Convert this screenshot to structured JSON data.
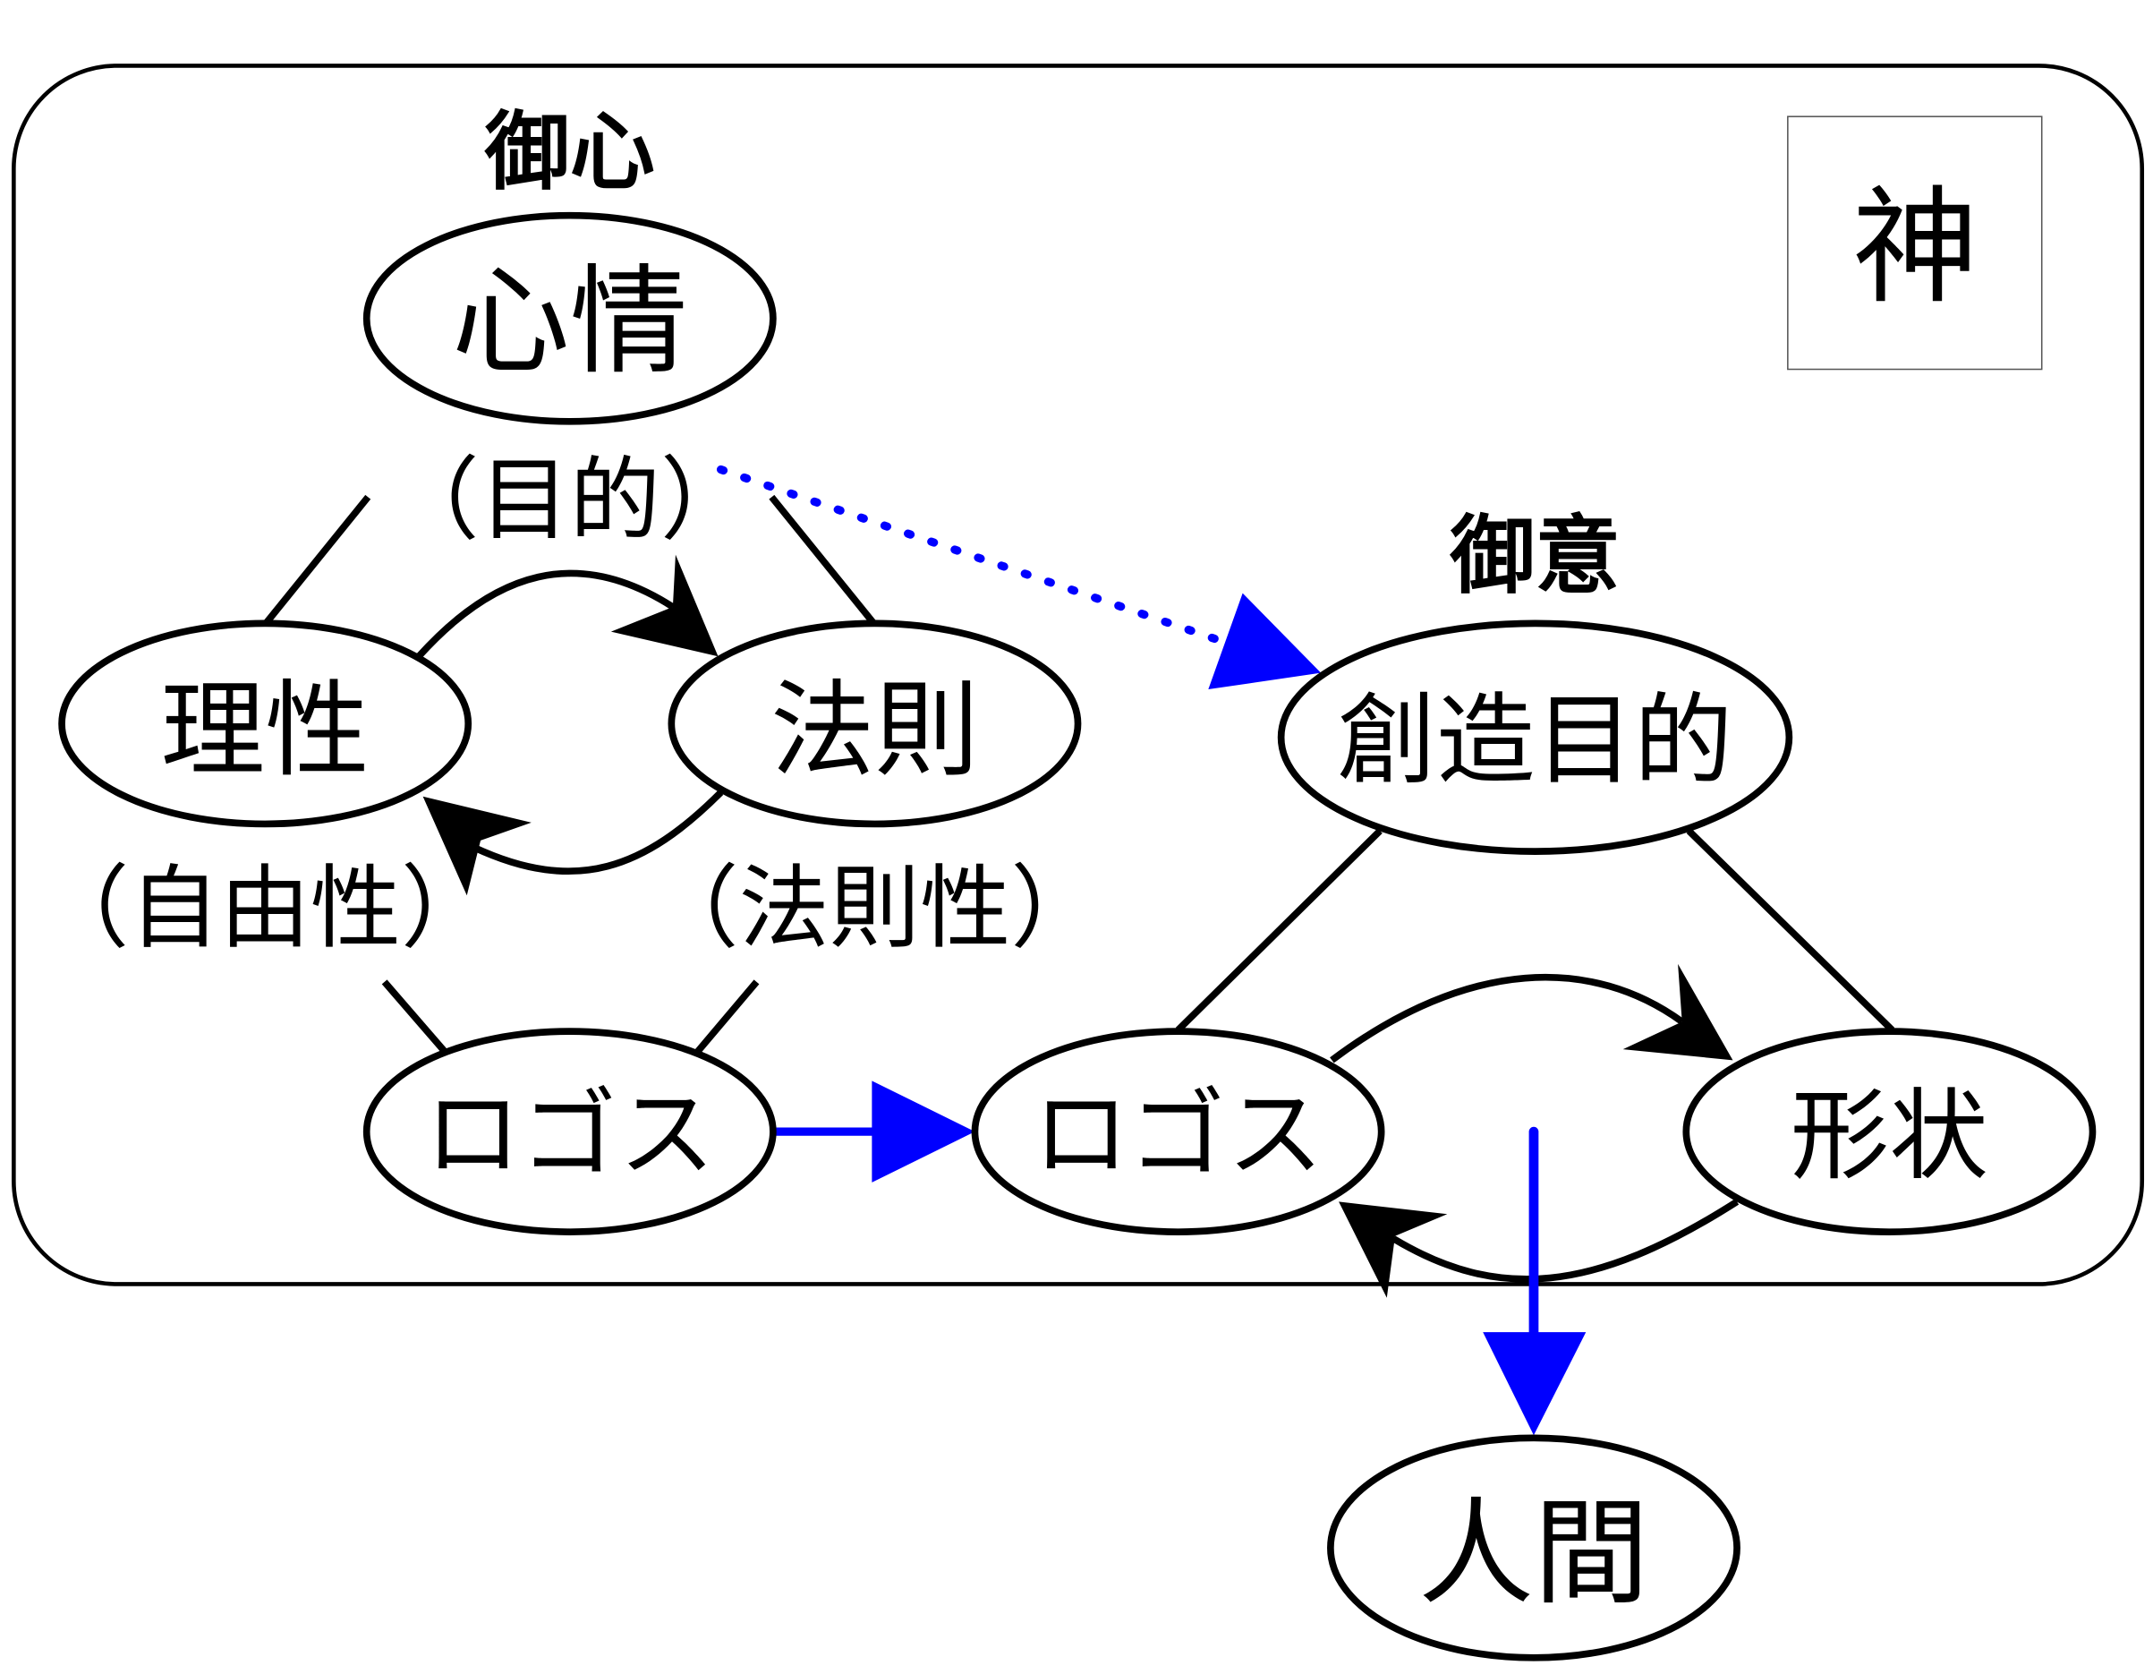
{
  "container": {
    "label": "神"
  },
  "groups": {
    "mind": {
      "title": "御心"
    },
    "will": {
      "title": "御意"
    }
  },
  "nodes": {
    "heart": {
      "label": "心情",
      "sublabel": "（目的）"
    },
    "reason": {
      "label": "理性",
      "sublabel": "（自由性）"
    },
    "law": {
      "label": "法則",
      "sublabel": "（法則性）"
    },
    "logos_left": {
      "label": "ロゴス"
    },
    "creation_purpose": {
      "label": "創造目的"
    },
    "logos_right": {
      "label": "ロゴス"
    },
    "form": {
      "label": "形状"
    },
    "human": {
      "label": "人間"
    }
  },
  "colors": {
    "accent": "#0000ff",
    "line": "#000000"
  },
  "edges": [
    {
      "from": "heart",
      "to": "reason",
      "style": "solid-line"
    },
    {
      "from": "heart",
      "to": "law",
      "style": "solid-line"
    },
    {
      "from": "reason",
      "to": "law",
      "style": "arrow"
    },
    {
      "from": "law",
      "to": "reason",
      "style": "arrow"
    },
    {
      "from": "reason",
      "to": "logos_left",
      "style": "solid-line"
    },
    {
      "from": "law",
      "to": "logos_left",
      "style": "solid-line"
    },
    {
      "from": "heart",
      "to": "creation_purpose",
      "style": "dotted-blue-arrow"
    },
    {
      "from": "logos_left",
      "to": "logos_right",
      "style": "blue-arrow"
    },
    {
      "from": "creation_purpose",
      "to": "logos_right",
      "style": "solid-line"
    },
    {
      "from": "creation_purpose",
      "to": "form",
      "style": "solid-line"
    },
    {
      "from": "logos_right",
      "to": "form",
      "style": "arrow"
    },
    {
      "from": "form",
      "to": "logos_right",
      "style": "arrow"
    },
    {
      "from": "logos_right+form",
      "to": "human",
      "style": "blue-arrow"
    }
  ]
}
